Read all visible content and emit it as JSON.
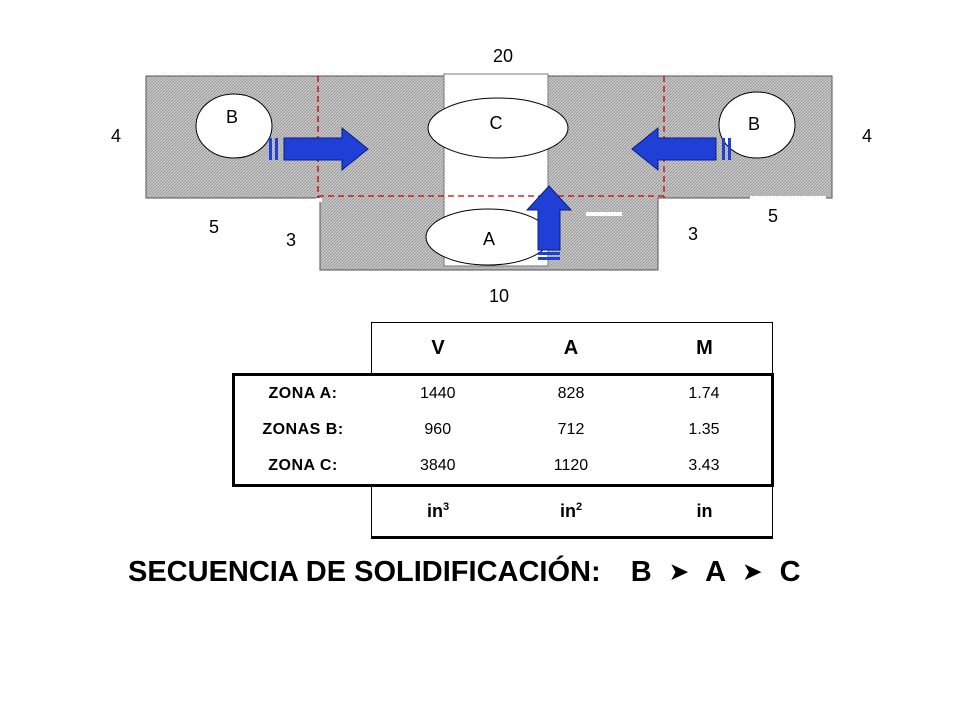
{
  "colors": {
    "casting_fill": "#c8c8c8",
    "arrow_blue": "#1f3fd6",
    "dashed_red": "#cc0000",
    "outline": "#000000"
  },
  "dimensions": {
    "top": "20",
    "bottom": "10",
    "left_height": "4",
    "right_height": "4",
    "left_width": "5",
    "right_width": "5",
    "left_step": "3",
    "right_step": "3"
  },
  "zones": {
    "b_left": "B",
    "b_right": "B",
    "c": "C",
    "a": "A"
  },
  "icons": [
    "arrow-right-icon",
    "arrow-left-icon",
    "arrow-up-icon"
  ],
  "table": {
    "headers": [
      "V",
      "A",
      "M"
    ],
    "rows": [
      {
        "label": "ZONA A:",
        "values": [
          "1440",
          "828",
          "1.74"
        ]
      },
      {
        "label": "ZONAS B:",
        "values": [
          "960",
          "712",
          "1.35"
        ]
      },
      {
        "label": "ZONA C:",
        "values": [
          "3840",
          "1120",
          "3.43"
        ]
      }
    ],
    "units": [
      {
        "base": "in",
        "exp": "3"
      },
      {
        "base": "in",
        "exp": "2"
      },
      {
        "base": "in",
        "exp": ""
      }
    ]
  },
  "sequence": {
    "prefix": "SECUENCIA DE SOLIDIFICACIÓN:",
    "steps": [
      "B",
      "A",
      "C"
    ],
    "separator": "➤"
  }
}
